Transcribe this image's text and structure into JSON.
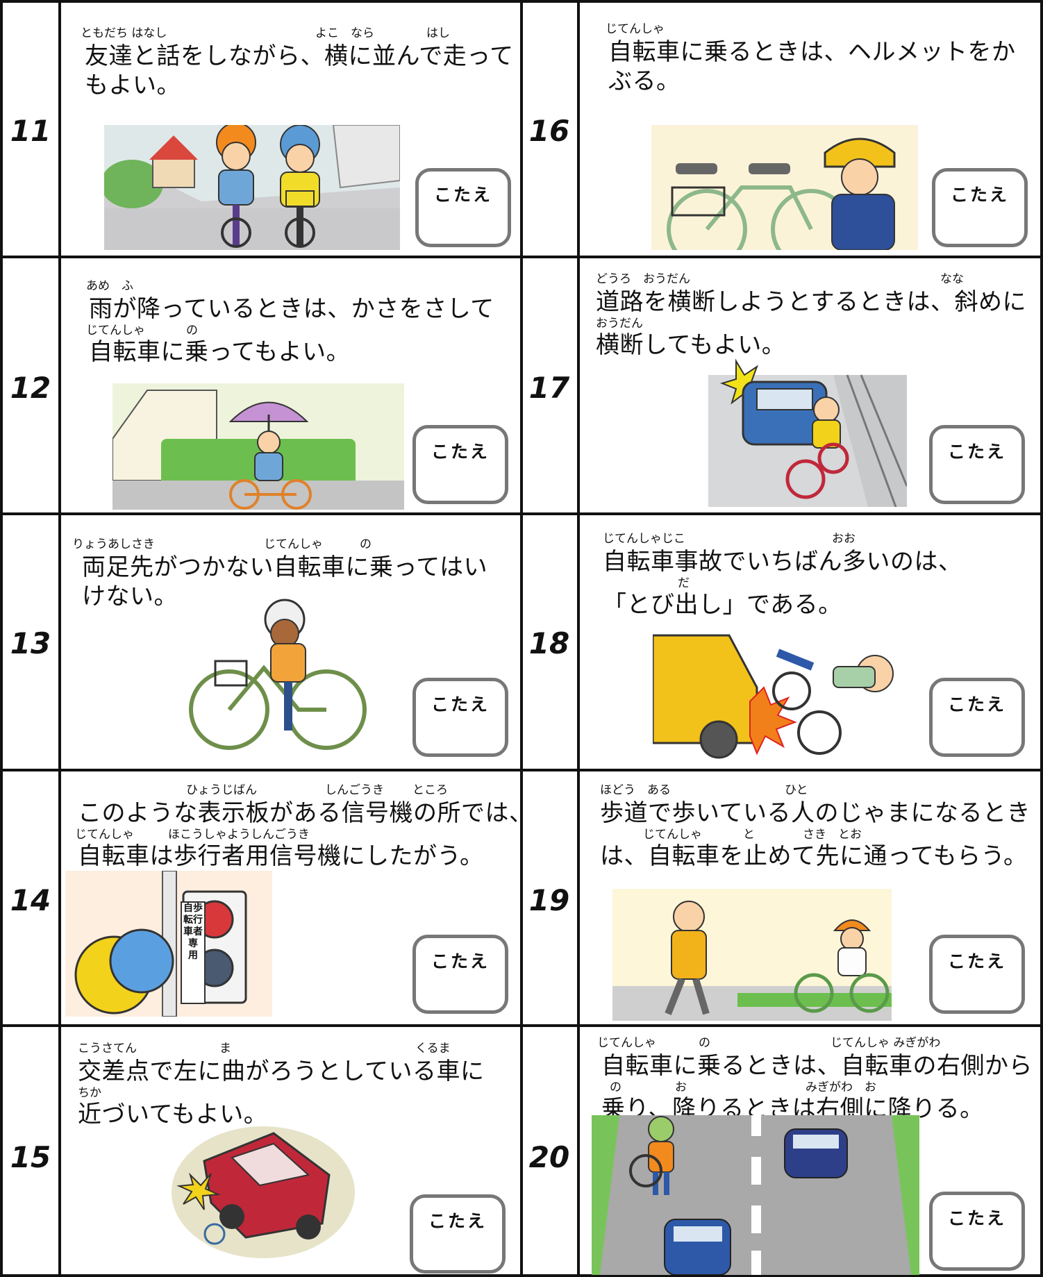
{
  "answer_label": "こたえ",
  "colors": {
    "grid": "#111111",
    "answer_border": "#777777",
    "bike_green": "#8db88a",
    "helmet_yellow": "#f2c21a",
    "car_red": "#c0283a",
    "car_blue": "#2e58a8",
    "road_gray": "#a9a9a9",
    "grass_green": "#78c45a"
  },
  "items": [
    {
      "number": "11",
      "ruby": [
        "ともだち はなし",
        "よこ　なら",
        "はし"
      ],
      "lines": [
        "友達と話をしながら、横に並んで走って",
        "もよい。"
      ],
      "illustration": "two-children-riding-bikes-side-by-side"
    },
    {
      "number": "12",
      "ruby": [
        "あめ　ふ"
      ],
      "ruby2": [
        "じてんしゃ",
        "の"
      ],
      "lines": [
        "雨が降っているときは、かさをさして",
        "自転車に乗ってもよい。"
      ],
      "illustration": "girl-riding-bike-with-umbrella"
    },
    {
      "number": "13",
      "ruby": [
        "りょうあしさき",
        "じてんしゃ",
        "の"
      ],
      "lines": [
        "両足先がつかない自転車に乗ってはい",
        "けない。"
      ],
      "illustration": "boy-on-too-big-bicycle"
    },
    {
      "number": "14",
      "ruby": [
        "ひょうじばん",
        "しんごうき",
        "ところ"
      ],
      "ruby2": [
        "じてんしゃ",
        "ほこうしゃようしんごうき"
      ],
      "lines": [
        "このような表示板がある信号機の所では、",
        "自転車は歩行者用信号機にしたがう。"
      ],
      "sign_text": [
        "自歩",
        "転行",
        "車者",
        "専",
        "用"
      ],
      "illustration": "pedestrian-signal-with-bicycle-sign"
    },
    {
      "number": "15",
      "ruby": [
        "こうさてん",
        "ま",
        "くるま"
      ],
      "ruby2": [
        "ちか"
      ],
      "lines": [
        "交差点で左に曲がろうとしている車に",
        "近づいてもよい。"
      ],
      "illustration": "red-car-turning-left-hitting-cyclist"
    },
    {
      "number": "16",
      "ruby": [
        "じてんしゃ"
      ],
      "lines": [
        "自転車に乗るときは、ヘルメットをか",
        "ぶる。"
      ],
      "illustration": "boy-fastening-yellow-helmet-by-bicycle"
    },
    {
      "number": "17",
      "ruby": [
        "どうろ　おうだん",
        "なな"
      ],
      "ruby2": [
        "おうだん"
      ],
      "lines": [
        "道路を横断しようとするときは、斜めに",
        "横断してもよい。"
      ],
      "illustration": "boy-crossing-road-diagonally-before-car"
    },
    {
      "number": "18",
      "ruby": [
        "じてんしゃじこ",
        "おお"
      ],
      "ruby2": [
        "だ"
      ],
      "lines": [
        "自転車事故でいちばん多いのは、",
        "「とび出し」である。"
      ],
      "illustration": "cyclist-hit-by-yellow-car"
    },
    {
      "number": "19",
      "ruby": [
        "ほどう　ある",
        "ひと"
      ],
      "ruby2": [
        "じてんしゃ",
        "と",
        "さき　とお"
      ],
      "lines": [
        "歩道で歩いている人のじゃまになるとき",
        "は、自転車を止めて先に通ってもらう。"
      ],
      "illustration": "cyclist-yielding-to-pedestrian"
    },
    {
      "number": "20",
      "ruby": [
        "じてんしゃ",
        "の",
        "じてんしゃ みぎがわ"
      ],
      "ruby2": [
        "の",
        "お",
        "みぎがわ　お"
      ],
      "lines": [
        "自転車に乗るときは、自転車の右側から",
        "乗り、降りるときは右側に降りる。"
      ],
      "illustration": "cyclist-mounting-on-road-with-cars"
    }
  ]
}
